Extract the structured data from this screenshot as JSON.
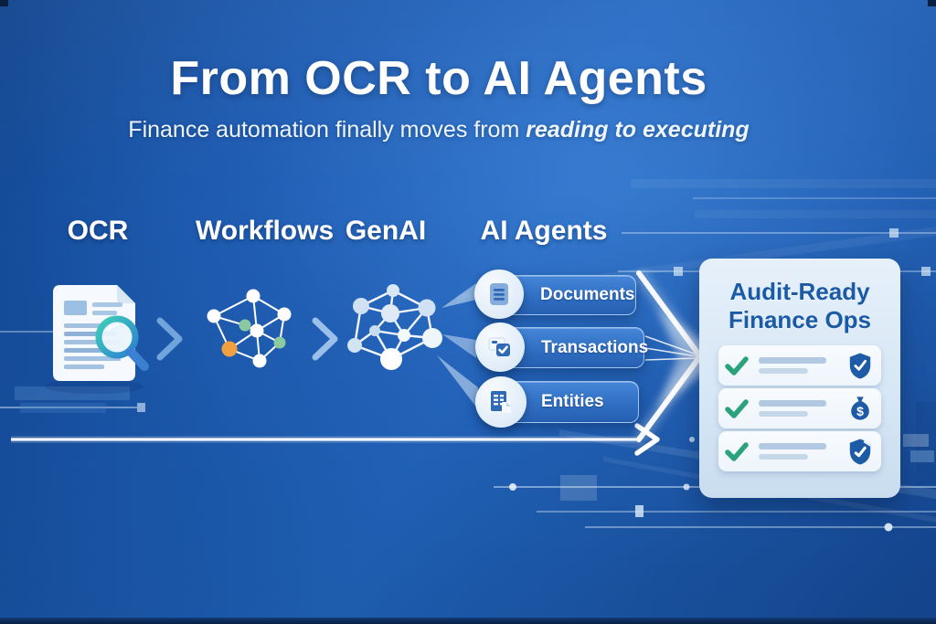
{
  "header": {
    "title": "From OCR to AI Agents",
    "subtitle": "Finance automation finally moves from ",
    "subtitle_emphasis": "reading to executing"
  },
  "stages": [
    {
      "label": "OCR",
      "icon": "document-scan-icon"
    },
    {
      "label": "Workflows",
      "icon": "workflow-network-icon"
    },
    {
      "label": "GenAI",
      "icon": "genai-network-icon"
    },
    {
      "label": "AI Agents",
      "icon": "agent-output-pills"
    }
  ],
  "agent_outputs": [
    {
      "label": "Documents",
      "icon": "document-lines-icon"
    },
    {
      "label": "Transactions",
      "icon": "card-check-icon"
    },
    {
      "label": "Entities",
      "icon": "ledger-grid-icon"
    }
  ],
  "result_panel": {
    "title_line1": "Audit-Ready",
    "title_line2": "Finance Ops",
    "rows": [
      {
        "icon": "shield-check-icon"
      },
      {
        "icon": "money-bag-icon"
      },
      {
        "icon": "shield-check-icon"
      }
    ]
  },
  "colors": {
    "background_blue": "#1d5cb0",
    "background_deep": "#11458f",
    "pill_blue": "#306fc3",
    "panel_bg": "#d7e7f5",
    "panel_title_blue": "#1b5aa5",
    "check_green": "#2aa37a",
    "node_orange": "#f0a03e",
    "node_green": "#8bc9a0",
    "magnifier_teal": "#3fd0b8",
    "arrow_white": "#ffffff"
  }
}
